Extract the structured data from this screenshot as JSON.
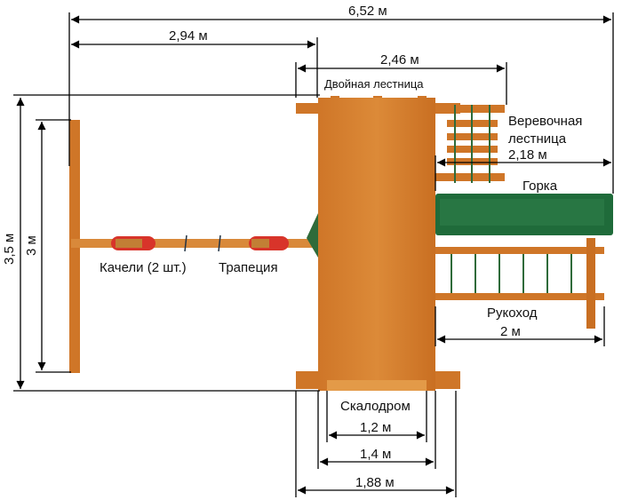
{
  "dimensions": {
    "total_length": "6,52 м",
    "swing_to_platform": "2,94 м",
    "top_width": "2,46 м",
    "total_depth": "3,5 м",
    "swing_width": "3 м",
    "slide_length": "2,18 м",
    "monkey_bars_length": "2 м",
    "climbing_wall_width": "1,2 м",
    "platform_width": "1,4 м",
    "bottom_width": "1,88 м"
  },
  "labels": {
    "double_ladder": "Двойная лестница",
    "rope_ladder_line1": "Веревочная",
    "rope_ladder_line2": "лестница",
    "slide": "Горка",
    "swings": "Качели (2 шт.)",
    "trapeze": "Трапеция",
    "monkey_bars": "Рукоход",
    "climbing_wall": "Скалодром"
  },
  "colors": {
    "wood": "#d07a2c",
    "slide": "#1f6b3a",
    "swing_seat": "#d8342a"
  }
}
